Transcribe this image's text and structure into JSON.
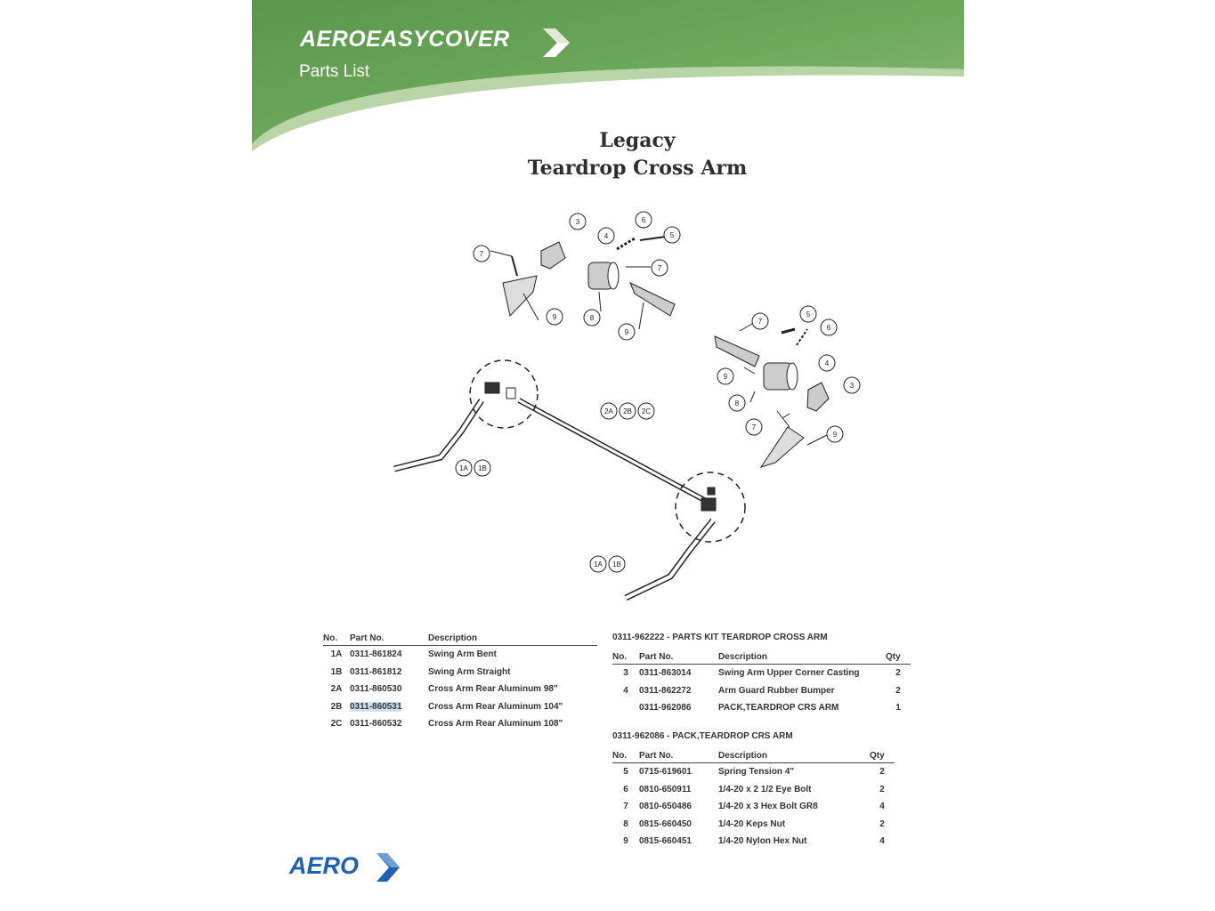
{
  "header": {
    "brand": "AEROEASYCOVER",
    "subtitle": "Parts List"
  },
  "title": {
    "line1": "Legacy",
    "line2": "Teardrop Cross Arm"
  },
  "diagram": {
    "callouts": [
      "1A",
      "1B",
      "2A",
      "2B",
      "2C",
      "3",
      "4",
      "5",
      "6",
      "7",
      "8",
      "9"
    ]
  },
  "parts_table": {
    "headers": [
      "No.",
      "Part No.",
      "Description"
    ],
    "rows": [
      {
        "no": "1A",
        "part": "0311-861824",
        "desc": "Swing Arm Bent"
      },
      {
        "no": "1B",
        "part": "0311-861812",
        "desc": "Swing Arm Straight"
      },
      {
        "no": "2A",
        "part": "0311-860530",
        "desc": "Cross Arm Rear Aluminum 98\""
      },
      {
        "no": "2B",
        "part": "0311-860531",
        "desc": "Cross Arm Rear Aluminum 104\""
      },
      {
        "no": "2C",
        "part": "0311-860532",
        "desc": "Cross Arm Rear Aluminum 108\""
      }
    ]
  },
  "kit_table": {
    "title": "0311-962222 - PARTS KIT TEARDROP CROSS ARM",
    "headers": [
      "No.",
      "Part No.",
      "Description",
      "Qty"
    ],
    "rows": [
      {
        "no": "3",
        "part": "0311-863014",
        "desc": "Swing Arm Upper Corner Casting",
        "qty": "2"
      },
      {
        "no": "4",
        "part": "0311-862272",
        "desc": "Arm Guard Rubber Bumper",
        "qty": "2"
      },
      {
        "no": "",
        "part": "0311-962086",
        "desc": "PACK,TEARDROP CRS ARM",
        "qty": "1"
      }
    ]
  },
  "pack_table": {
    "title": "0311-962086 - PACK,TEARDROP CRS ARM",
    "headers": [
      "No.",
      "Part No.",
      "Description",
      "Qty"
    ],
    "rows": [
      {
        "no": "5",
        "part": "0715-619601",
        "desc": "Spring Tension 4\"",
        "qty": "2"
      },
      {
        "no": "6",
        "part": "0810-650911",
        "desc": "1/4-20 x 2 1/2 Eye Bolt",
        "qty": "2"
      },
      {
        "no": "7",
        "part": "0810-650486",
        "desc": "1/4-20 x 3 Hex Bolt GR8",
        "qty": "4"
      },
      {
        "no": "8",
        "part": "0815-660450",
        "desc": "1/4-20 Keps Nut",
        "qty": "2"
      },
      {
        "no": "9",
        "part": "0815-660451",
        "desc": "1/4-20 Nylon Hex Nut",
        "qty": "4"
      }
    ]
  },
  "footer": {
    "logo": "AERO"
  },
  "colors": {
    "header_green_dark": "#5f9a4f",
    "header_green_light": "#b9d4a6",
    "brand_blue": "#1f5fb4"
  }
}
